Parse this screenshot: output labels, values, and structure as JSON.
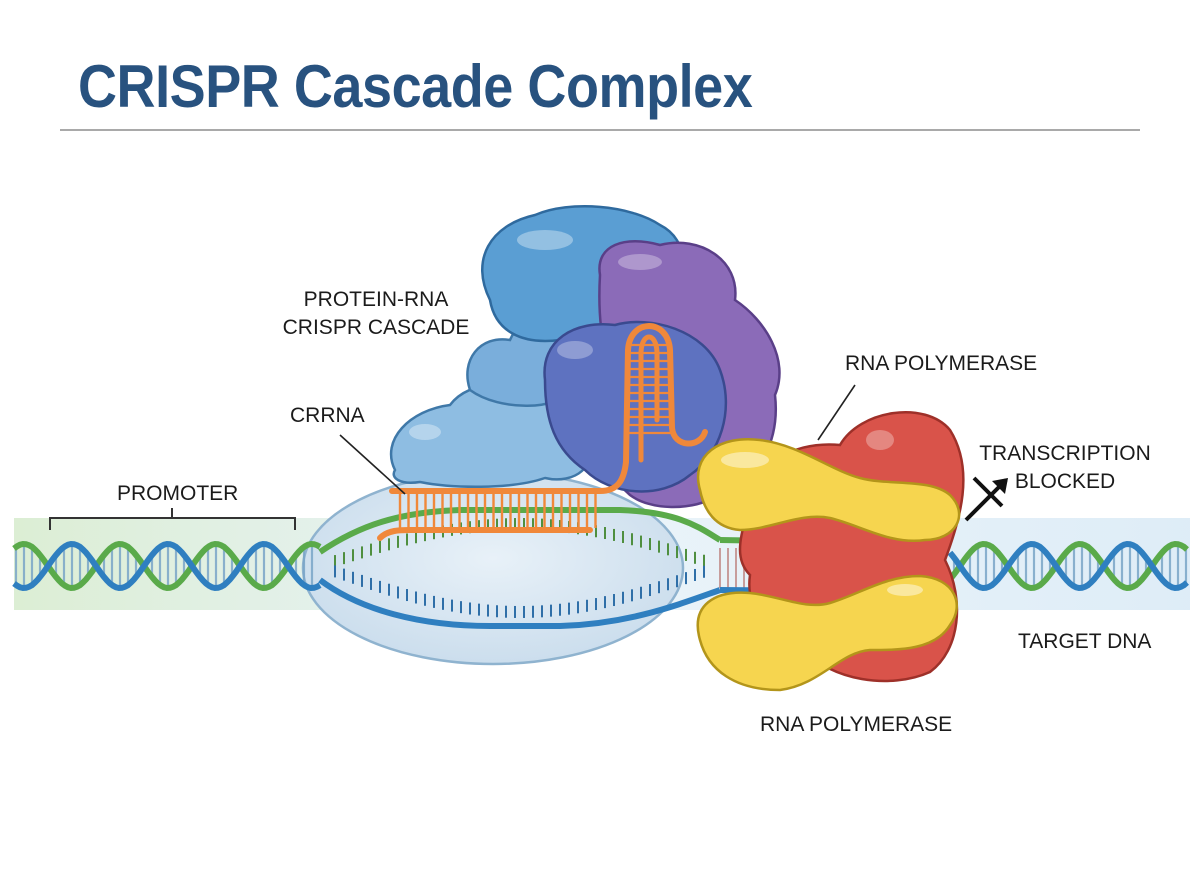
{
  "title": "CRISPR Cascade Complex",
  "labels": {
    "cascade_line1": "PROTEIN-RNA",
    "cascade_line2": "CRISPR CASCADE",
    "crrna": "CRRNA",
    "promoter": "PROMOTER",
    "rnap_top": "RNA POLYMERASE",
    "rnap_bottom": "RNA POLYMERASE",
    "blocked_line1": "TRANSCRIPTION",
    "blocked_line2": "BLOCKED",
    "target_dna": "TARGET DNA"
  },
  "colors": {
    "title": "#28527f",
    "dna_blue": "#2f7fc0",
    "dna_green": "#5aaa4a",
    "crrna_orange": "#f0883a",
    "cascade_blue": "#5a9ed3",
    "cascade_light_blue": "#8ebde2",
    "cascade_purple": "#8b6bb8",
    "cascade_indigo": "#5e72c0",
    "polymerase_yellow": "#f6d54f",
    "polymerase_red": "#d9534a",
    "bubble": "#d6e6f2"
  }
}
